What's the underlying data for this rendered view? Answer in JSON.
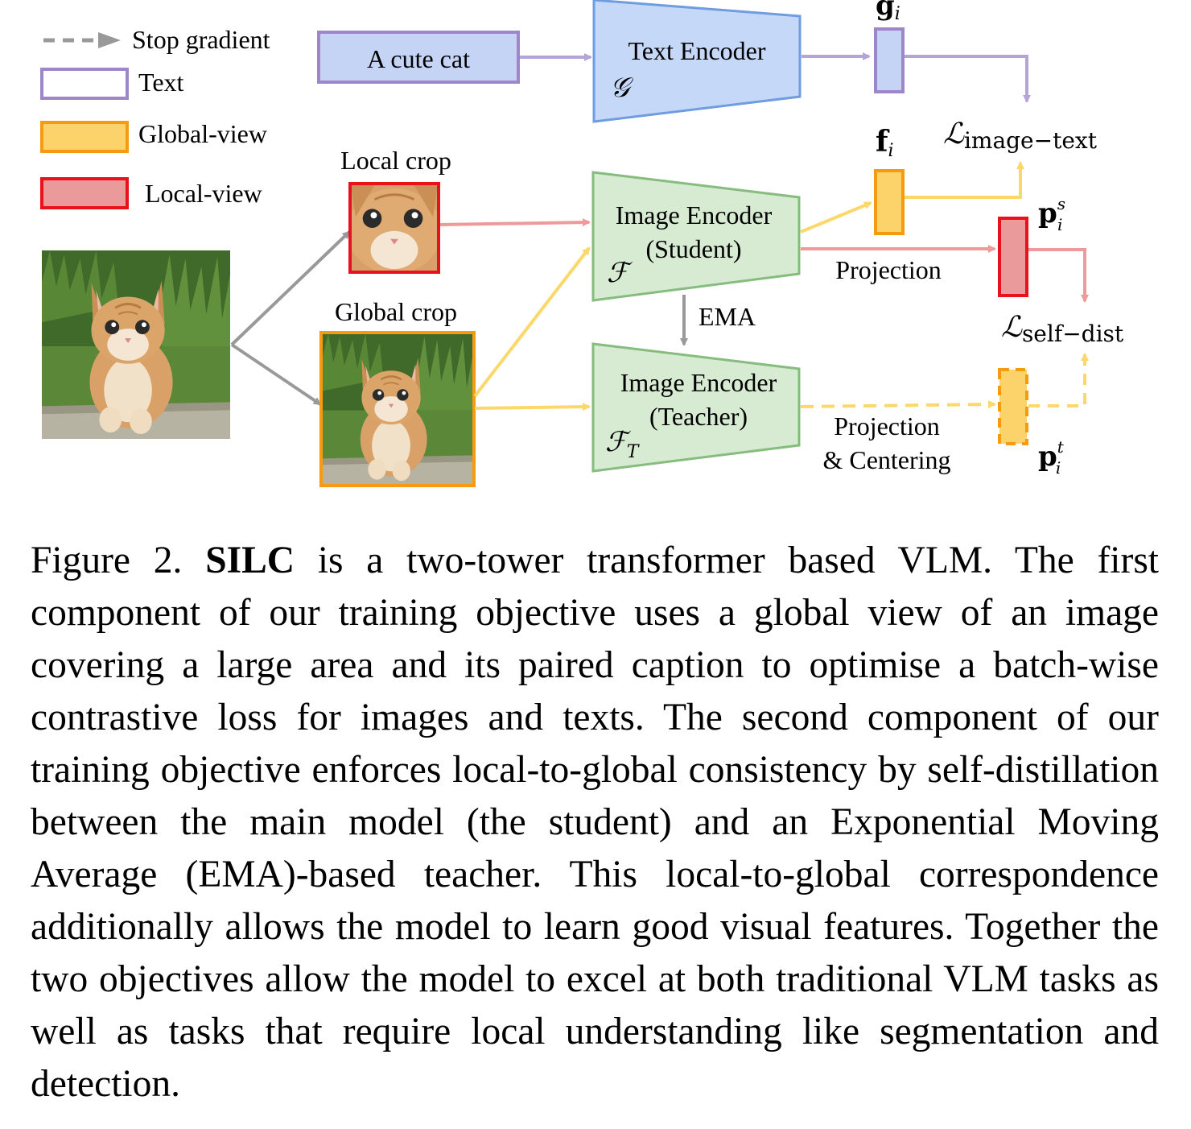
{
  "legend": {
    "stop_gradient": "Stop gradient",
    "text": "Text",
    "global_view": "Global-view",
    "local_view": "Local-view"
  },
  "nodes": {
    "text_input": "A cute cat",
    "text_encoder": "Text Encoder",
    "text_encoder_symbol": "𝒢",
    "local_crop": "Local crop",
    "global_crop": "Global crop",
    "student_line1": "Image Encoder",
    "student_line2": "(Student)",
    "student_symbol": "ℱ",
    "teacher_line1": "Image Encoder",
    "teacher_line2": "(Teacher)",
    "teacher_symbol": "ℱ",
    "teacher_symbol_sub": "T",
    "ema": "EMA",
    "projection": "Projection",
    "projection_centering_line1": "Projection",
    "projection_centering_line2": "& Centering",
    "g_i": "g",
    "g_i_sub": "i",
    "f_i": "f",
    "f_i_sub": "i",
    "p_student": "p",
    "p_student_sup": "s",
    "p_student_sub": "i",
    "p_teacher": "p",
    "p_teacher_sup": "t",
    "p_teacher_sub": "i",
    "loss_image_text": "ℒ",
    "loss_image_text_sub": "image−text",
    "loss_self_dist": "ℒ",
    "loss_self_dist_sub": "self−dist"
  },
  "caption": {
    "label": "Figure 2. ",
    "bold": "SILC",
    "text": " is a two-tower transformer based VLM. The first component of our training objective uses a global view of an image covering a large area and its paired caption to optimise a batch-wise contrastive loss for images and texts.  The second component of our training objective enforces local-to-global consistency by self-distillation between the main model (the student) and an Exponential Moving Average (EMA)-based teacher.  This local-to-global correspondence additionally allows the model to learn good visual features. Together the two objectives allow the model to excel at both traditional VLM tasks as well as tasks that require local understanding like segmentation and detection."
  },
  "colors": {
    "text_fill": "#c5d3f5",
    "text_stroke": "#9d86c9",
    "encoder_text_fill": "#c6d8f7",
    "encoder_text_stroke": "#6f9de0",
    "global_fill": "#fcd36a",
    "global_stroke": "#f59b10",
    "local_fill": "#ea9a9a",
    "local_stroke": "#e8121a",
    "image_encoder_fill": "#d6ebd2",
    "image_encoder_stroke": "#86bd7f",
    "arrow_gray": "#999999",
    "arrow_text": "#b4a5d8",
    "arrow_yellow": "#fcd86a",
    "arrow_red": "#ec9a9a"
  }
}
